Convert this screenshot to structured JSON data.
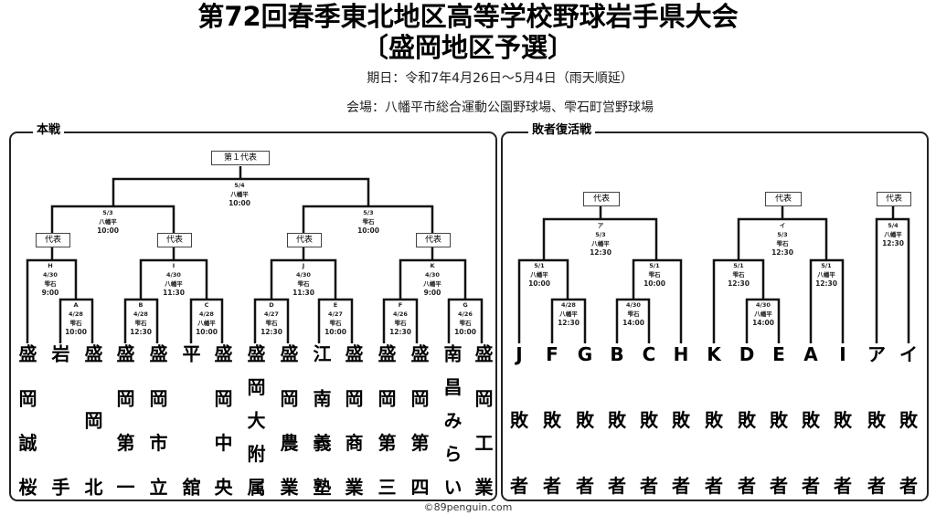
{
  "header": {
    "title": "第72回春季東北地区高等学校野球岩手県大会",
    "subtitle": "〔盛岡地区予選〕",
    "dates": "期日：令和7年4月26日～5月4日（雨天順延）",
    "venues": "会場：八幡平市総合運動公園野球場、雫石町営野球場"
  },
  "main_bracket": {
    "title": "本戦",
    "champion_box": "第１代表",
    "rep_box": "代表",
    "teams": [
      "盛岡誠桜",
      "岩手",
      "盛岡北",
      "盛岡第一",
      "盛岡市立",
      "平舘",
      "盛岡中央",
      "盛岡大附属",
      "盛岡農業",
      "江南義塾",
      "盛岡商業",
      "盛岡第三",
      "盛岡第四",
      "南昌みらい",
      "盛岡工業"
    ],
    "matches": {
      "A": {
        "letter": "A",
        "date": "4/28",
        "venue": "雫石",
        "time": "10:00"
      },
      "B": {
        "letter": "B",
        "date": "4/28",
        "venue": "雫石",
        "time": "12:30"
      },
      "C": {
        "letter": "C",
        "date": "4/28",
        "venue": "八幡平",
        "time": "10:00"
      },
      "D": {
        "letter": "D",
        "date": "4/27",
        "venue": "雫石",
        "time": "12:30"
      },
      "E": {
        "letter": "E",
        "date": "4/27",
        "venue": "雫石",
        "time": "10:00"
      },
      "F": {
        "letter": "F",
        "date": "4/26",
        "venue": "雫石",
        "time": "12:30"
      },
      "G": {
        "letter": "G",
        "date": "4/26",
        "venue": "雫石",
        "time": "10:00"
      },
      "H": {
        "letter": "H",
        "date": "4/30",
        "venue": "雫石",
        "time": "9:00"
      },
      "I": {
        "letter": "I",
        "date": "4/30",
        "venue": "八幡平",
        "time": "11:30"
      },
      "J": {
        "letter": "J",
        "date": "4/30",
        "venue": "雫石",
        "time": "11:30"
      },
      "K": {
        "letter": "K",
        "date": "4/30",
        "venue": "八幡平",
        "time": "9:00"
      },
      "SF1": {
        "letter": "",
        "date": "5/3",
        "venue": "八幡平",
        "time": "10:00"
      },
      "SF2": {
        "letter": "",
        "date": "5/3",
        "venue": "雫石",
        "time": "10:00"
      },
      "FINAL": {
        "letter": "",
        "date": "5/4",
        "venue": "八幡平",
        "time": "10:00"
      }
    }
  },
  "repechage_bracket": {
    "title": "敗者復活戦",
    "rep_box": "代表",
    "loser_suffix": "敗者",
    "teams": [
      "J",
      "F",
      "G",
      "B",
      "C",
      "H",
      "K",
      "D",
      "E",
      "A",
      "I",
      "ア",
      "イ"
    ],
    "matches": {
      "R1": {
        "letter": "",
        "date": "4/28",
        "venue": "八幡平",
        "time": "12:30"
      },
      "R2": {
        "letter": "",
        "date": "4/30",
        "venue": "雫石",
        "time": "14:00"
      },
      "R3": {
        "letter": "",
        "date": "5/1",
        "venue": "八幡平",
        "time": "10:00"
      },
      "R4": {
        "letter": "",
        "date": "5/1",
        "venue": "雫石",
        "time": "10:00"
      },
      "RA": {
        "letter": "ア",
        "date": "5/3",
        "venue": "八幡平",
        "time": "12:30"
      },
      "R5": {
        "letter": "",
        "date": "4/30",
        "venue": "八幡平",
        "time": "14:00"
      },
      "R6": {
        "letter": "",
        "date": "5/1",
        "venue": "雫石",
        "time": "12:30"
      },
      "R7": {
        "letter": "",
        "date": "5/1",
        "venue": "八幡平",
        "time": "12:30"
      },
      "RI": {
        "letter": "イ",
        "date": "5/3",
        "venue": "雫石",
        "time": "12:30"
      },
      "RF": {
        "letter": "",
        "date": "5/4",
        "venue": "八幡平",
        "time": "12:30"
      }
    }
  },
  "footer": "©89penguin.com"
}
